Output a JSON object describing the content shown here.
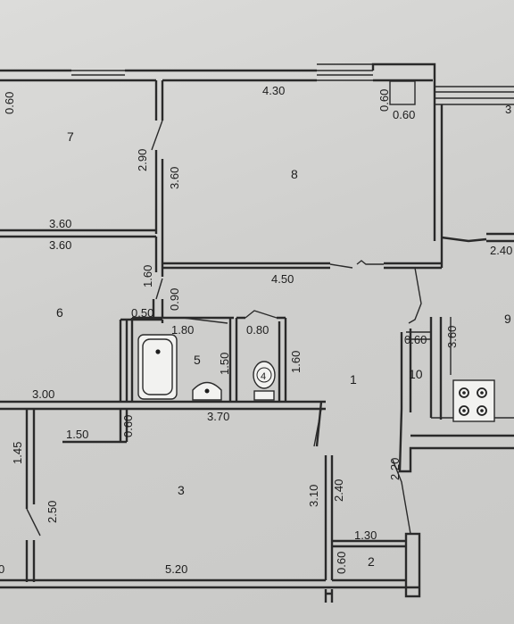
{
  "plan": {
    "rooms": {
      "r1": "1",
      "r2": "2",
      "r3": "3",
      "r4": "4",
      "r5": "5",
      "r6": "6",
      "r7": "7",
      "r8": "8",
      "r9": "9",
      "r10": "10"
    },
    "dimensions": {
      "d_060_room7": "0.60",
      "d_430": "4.30",
      "d_060_a": "0.60",
      "d_060_b": "0.60",
      "d_3_right": "3",
      "d_290": "2.90",
      "d_360_v8": "3.60",
      "d_360_r7": "3.60",
      "d_360_r6": "3.60",
      "d_240_right": "2.40",
      "d_160_v": "1.60",
      "d_450": "4.50",
      "d_090": "0.90",
      "d_050": "0.50",
      "d_180": "1.80",
      "d_080": "0.80",
      "d_150_v": "1.50",
      "d_160_v2": "1.60",
      "d_060_k": "0.60",
      "d_360_k": "3.60",
      "d_300": "3.00",
      "d_370": "3.70",
      "d_060_v3": "0.60",
      "d_150_h": "1.50",
      "d_145": "1.45",
      "d_250": "2.50",
      "d_310": "3.10",
      "d_240_v": "2.40",
      "d_220": "2.20",
      "d_130": "1.30",
      "d_060_v2": "0.60",
      "d_520": "5.20",
      "d_0_left": "0"
    }
  }
}
